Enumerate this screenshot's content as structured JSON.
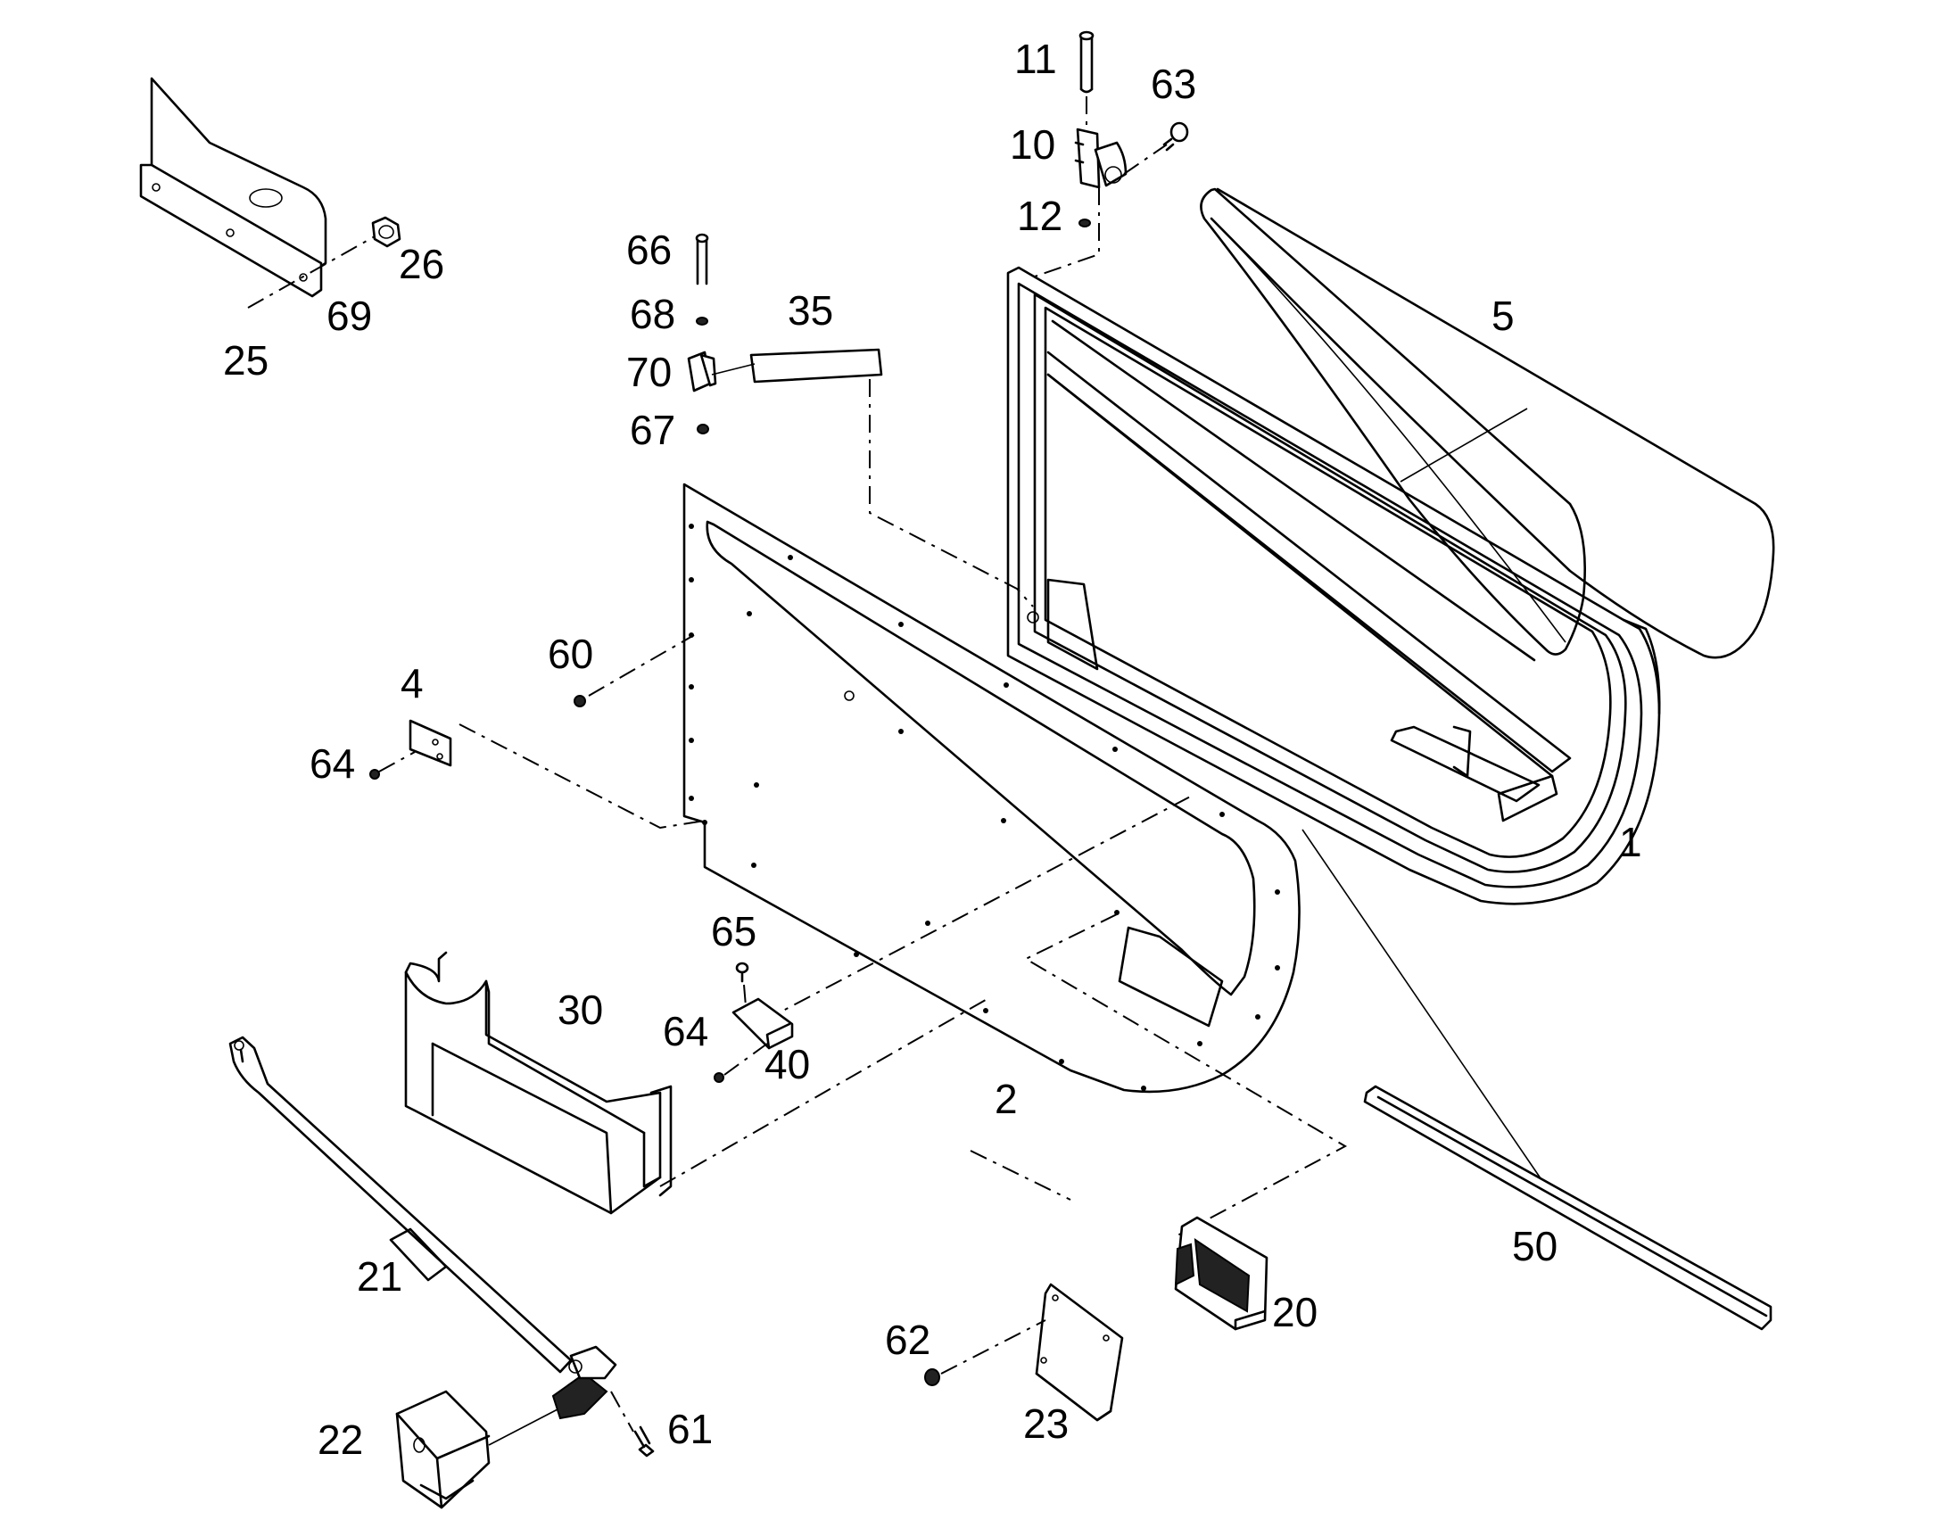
{
  "diagram": {
    "labels": {
      "p1": "1",
      "p2": "2",
      "p4": "4",
      "p5": "5",
      "p10": "10",
      "p11": "11",
      "p12": "12",
      "p20": "20",
      "p21": "21",
      "p22": "22",
      "p23": "23",
      "p25": "25",
      "p26": "26",
      "p30": "30",
      "p35": "35",
      "p40": "40",
      "p50": "50",
      "p60": "60",
      "p61": "61",
      "p62": "62",
      "p63": "63",
      "p64a": "64",
      "p64b": "64",
      "p65": "65",
      "p66": "66",
      "p67": "67",
      "p68": "68",
      "p69": "69",
      "p70": "70"
    },
    "colors": {
      "line": "#000000",
      "background": "#ffffff"
    }
  }
}
